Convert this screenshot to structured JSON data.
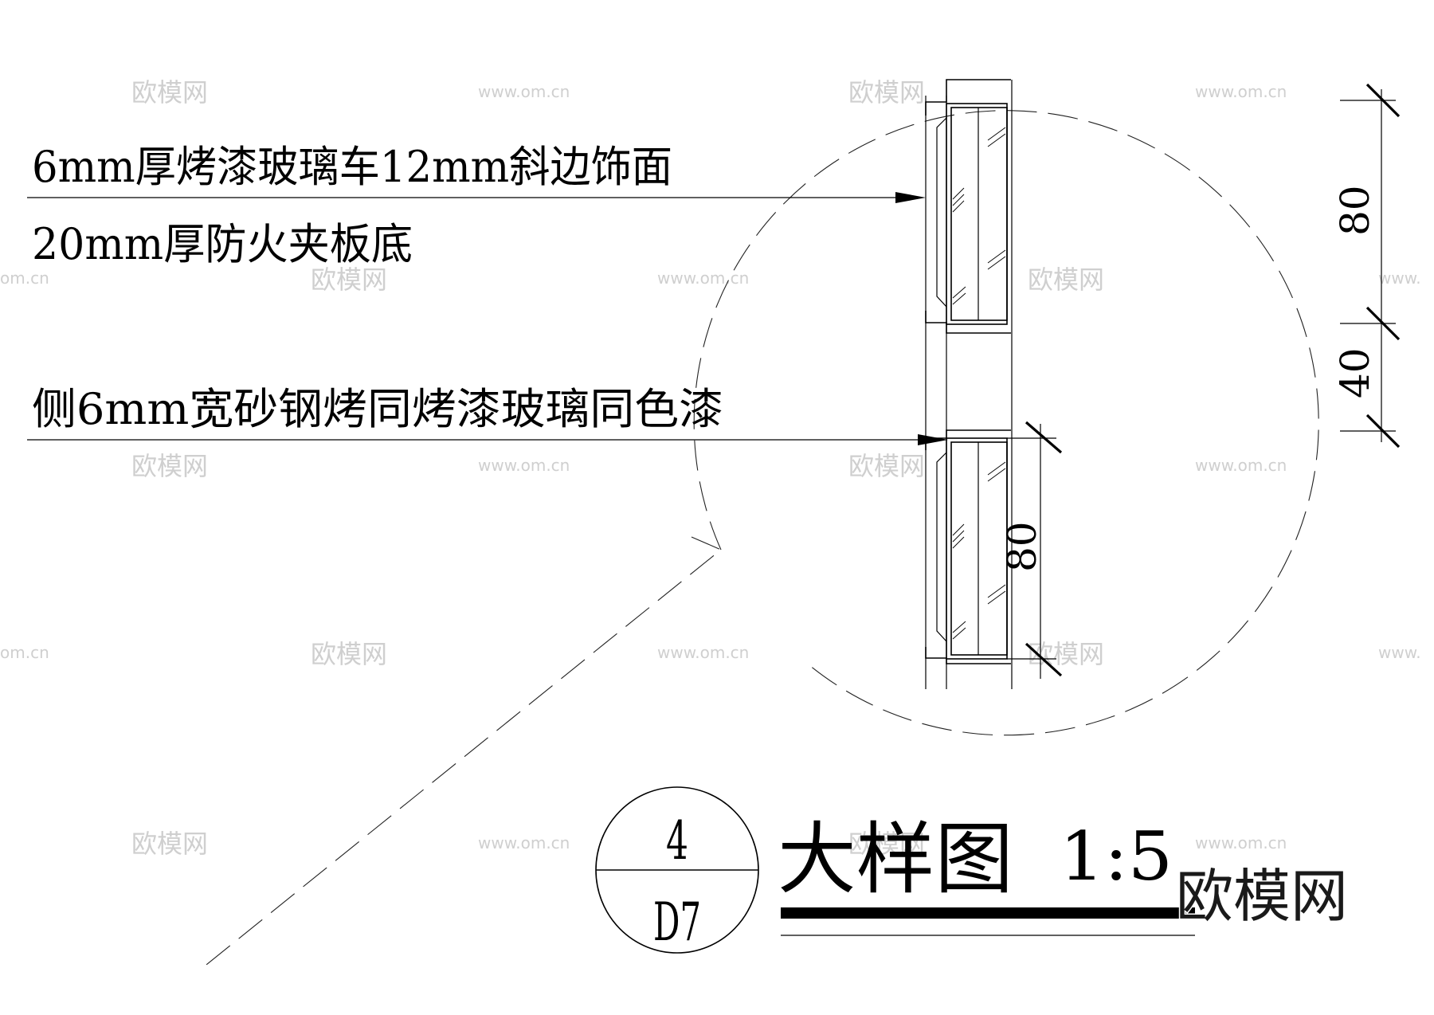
{
  "annotations": {
    "label_1": "6mm厚烤漆玻璃车12mm斜边饰面",
    "label_2": "20mm厚防火夹板底",
    "label_3": "侧6mm宽砂钢烤同烤漆玻璃同色漆"
  },
  "dimensions": {
    "right_top": "80",
    "right_middle": "40",
    "inner_lower": "80"
  },
  "detail_tag": {
    "number": "4",
    "sheet": "D7"
  },
  "title": {
    "name": "大样图",
    "scale": "1:5"
  },
  "watermarks": {
    "brand": "欧模网",
    "url": "www.om.cn",
    "url_partial_left": "om.cn",
    "url_partial_right": "www.",
    "corner_logo": "欧模网"
  }
}
